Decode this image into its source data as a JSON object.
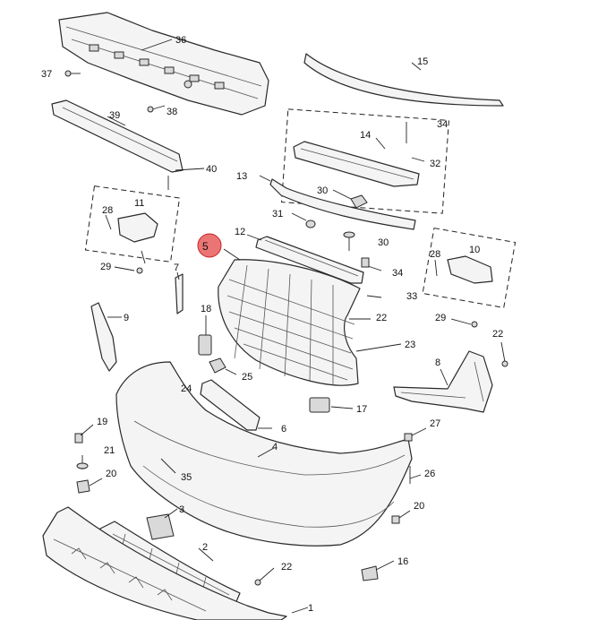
{
  "diagram": {
    "highlighted_callout": "5",
    "callouts": {
      "c1": "1",
      "c2": "2",
      "c3": "3",
      "c4": "4",
      "c5": "5",
      "c6": "6",
      "c7": "7",
      "c8": "8",
      "c9": "9",
      "c10": "10",
      "c11": "11",
      "c12": "12",
      "c13": "13",
      "c14": "14",
      "c15": "15",
      "c16": "16",
      "c17": "17",
      "c18": "18",
      "c19": "19",
      "c20a": "20",
      "c20b": "20",
      "c21": "21",
      "c22a": "22",
      "c22b": "22",
      "c22c": "22",
      "c23": "23",
      "c24": "24",
      "c25": "25",
      "c26": "26",
      "c27": "27",
      "c28a": "28",
      "c28b": "28",
      "c29a": "29",
      "c29b": "29",
      "c30a": "30",
      "c30b": "30",
      "c31": "31",
      "c32": "32",
      "c33": "33",
      "c34a": "34",
      "c34b": "34",
      "c35": "35",
      "c36": "36",
      "c37": "37",
      "c38": "38",
      "c39": "39",
      "c40": "40"
    }
  }
}
